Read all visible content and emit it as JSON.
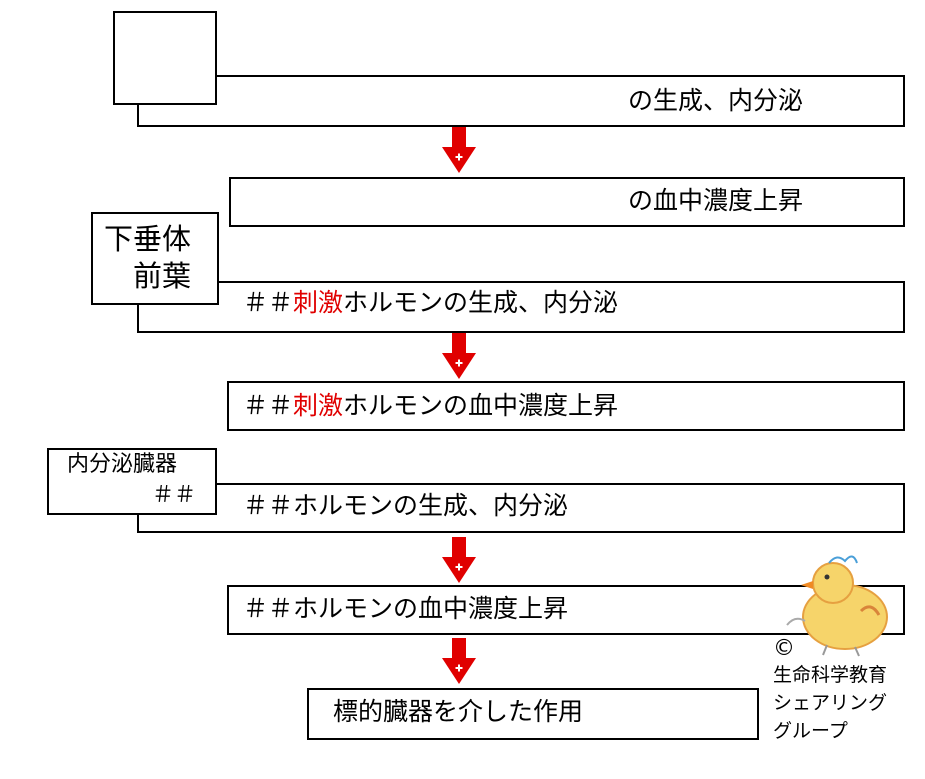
{
  "rows": {
    "row1": "の生成、内分泌",
    "row2": "の血中濃度上昇",
    "row3_prefix": "＃＃",
    "row3_red": "刺激",
    "row3_suffix": "ホルモンの生成、内分泌",
    "row4_prefix": "＃＃",
    "row4_red": "刺激",
    "row4_suffix": "ホルモンの血中濃度上昇",
    "row5": "＃＃ホルモンの生成、内分泌",
    "row6": "＃＃ホルモンの血中濃度上昇",
    "row7": "標的臓器を介した作用"
  },
  "labels": {
    "pituitary_line1": "下垂体",
    "pituitary_line2": "前葉",
    "endocrine_line1": "内分泌臓器",
    "endocrine_line2": "＃＃"
  },
  "credit": {
    "copyright": "©",
    "line1": "生命科学教育",
    "line2": "シェアリング",
    "line3": "グループ"
  },
  "colors": {
    "arrow": "#e00000",
    "highlight": "#e00000"
  },
  "icons": {
    "arrow": "down-arrow-icon",
    "mascot": "chick-mascot-icon"
  }
}
